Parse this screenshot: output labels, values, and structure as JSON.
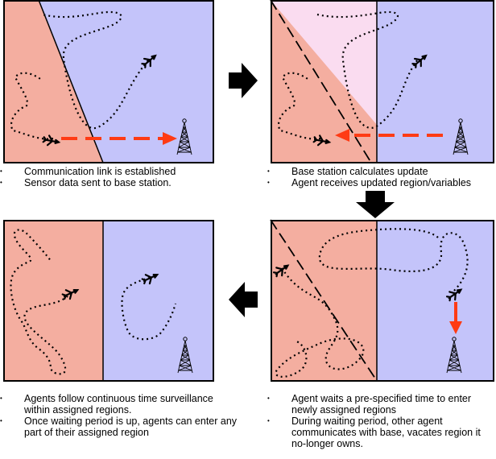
{
  "colors": {
    "left_region": "#f4aea0",
    "right_region": "#c4c4fa",
    "calc_region": "#fadcf0",
    "link_arrow": "#ff3b14",
    "outline": "#000000"
  },
  "panels": [
    {
      "id": "step-1",
      "bullets": [
        "Communication link is established",
        "Sensor data sent to base station."
      ]
    },
    {
      "id": "step-2",
      "bullets": [
        "Base station calculates update",
        "Agent receives updated region/variables"
      ]
    },
    {
      "id": "step-3",
      "bullets": [
        "Agent waits a pre-specified time to enter newly assigned regions",
        "During waiting period, other agent communicates with base, vacates region it no-longer owns."
      ]
    },
    {
      "id": "step-4",
      "bullets": [
        "Agents follow continuous time surveillance within assigned regions.",
        "Once waiting period is up, agents can enter any part of their assigned region"
      ]
    }
  ],
  "icons": {
    "agent": "airplane-icon",
    "base_station": "radio-tower-icon",
    "flow_arrow": "block-arrow-icon"
  }
}
